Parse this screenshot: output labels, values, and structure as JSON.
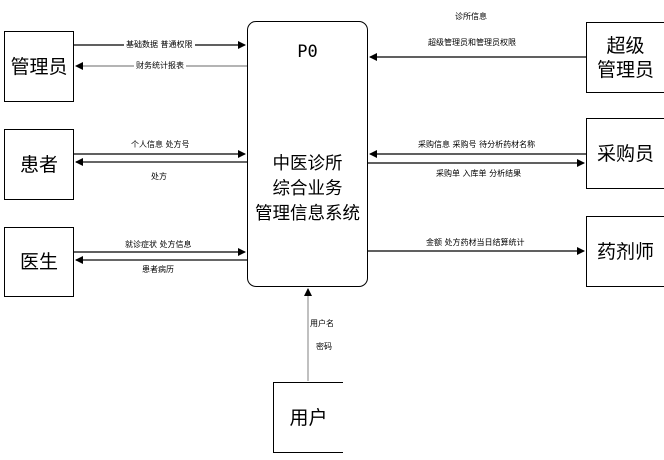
{
  "diagram": {
    "type": "data-flow-diagram (context level)",
    "process": {
      "id": "P0",
      "name_lines": [
        "中医诊所",
        "综合业务",
        "管理信息系统"
      ]
    },
    "entities": {
      "admin": "管理员",
      "patient": "患者",
      "doctor": "医生",
      "super_admin_lines": [
        "超级",
        "管理员"
      ],
      "purchaser": "采购员",
      "pharmacist": "药剂师",
      "user": "用户"
    },
    "flows": {
      "admin_in": "基础数据  普通权限",
      "admin_out": "财务统计报表",
      "patient_in": "个人信息 处方号",
      "patient_out": "处方",
      "doctor_in": "就诊症状 处方信息",
      "doctor_out": "患者病历",
      "super_admin_top": "诊所信息",
      "super_admin_in": "超级管理员和管理员权限",
      "purchaser_in": "采购信息 采购号 待分析药材名称",
      "purchaser_out": "采购单 入库单 分析结果",
      "pharmacist_out": "金额 处方药材当日结算统计",
      "user_in_line1": "用户名",
      "user_in_line2": "密码"
    }
  }
}
